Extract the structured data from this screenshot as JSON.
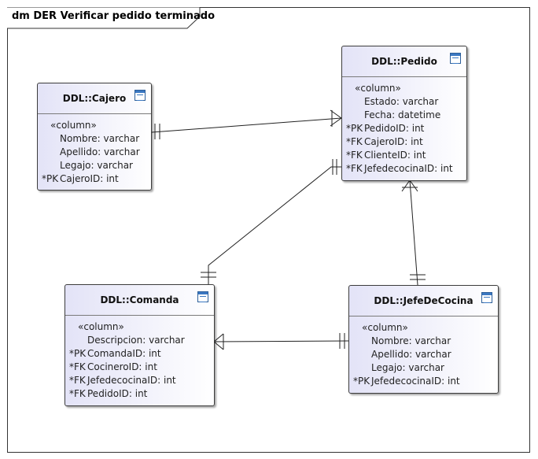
{
  "frame": {
    "title": "dm DER Verificar pedido terminado"
  },
  "entities": {
    "cajero": {
      "name": "DDL::Cajero",
      "stereotype": "«column»",
      "columns": [
        {
          "key": "",
          "text": "Nombre: varchar"
        },
        {
          "key": "",
          "text": "Apellido: varchar"
        },
        {
          "key": "",
          "text": "Legajo: varchar"
        },
        {
          "key": "*PK",
          "text": "CajeroID: int"
        }
      ]
    },
    "pedido": {
      "name": "DDL::Pedido",
      "stereotype": "«column»",
      "columns": [
        {
          "key": "",
          "text": "Estado: varchar"
        },
        {
          "key": "",
          "text": "Fecha: datetime"
        },
        {
          "key": "*PK",
          "text": "PedidoID: int"
        },
        {
          "key": "*FK",
          "text": "CajeroID: int"
        },
        {
          "key": "*FK",
          "text": "ClienteID: int"
        },
        {
          "key": "*FK",
          "text": "JefedecocinaID: int"
        }
      ]
    },
    "comanda": {
      "name": "DDL::Comanda",
      "stereotype": "«column»",
      "columns": [
        {
          "key": "",
          "text": "Descripcion: varchar"
        },
        {
          "key": "*PK",
          "text": "ComandaID: int"
        },
        {
          "key": "*FK",
          "text": "CocineroID: int"
        },
        {
          "key": "*FK",
          "text": "JefedecocinaID: int"
        },
        {
          "key": "*FK",
          "text": "PedidoID: int"
        }
      ]
    },
    "jefe": {
      "name": "DDL::JefeDeCocina",
      "stereotype": "«column»",
      "columns": [
        {
          "key": "",
          "text": "Nombre: varchar"
        },
        {
          "key": "",
          "text": "Apellido: varchar"
        },
        {
          "key": "",
          "text": "Legajo: varchar"
        },
        {
          "key": "*PK",
          "text": "JefedecocinaID: int"
        }
      ]
    }
  }
}
